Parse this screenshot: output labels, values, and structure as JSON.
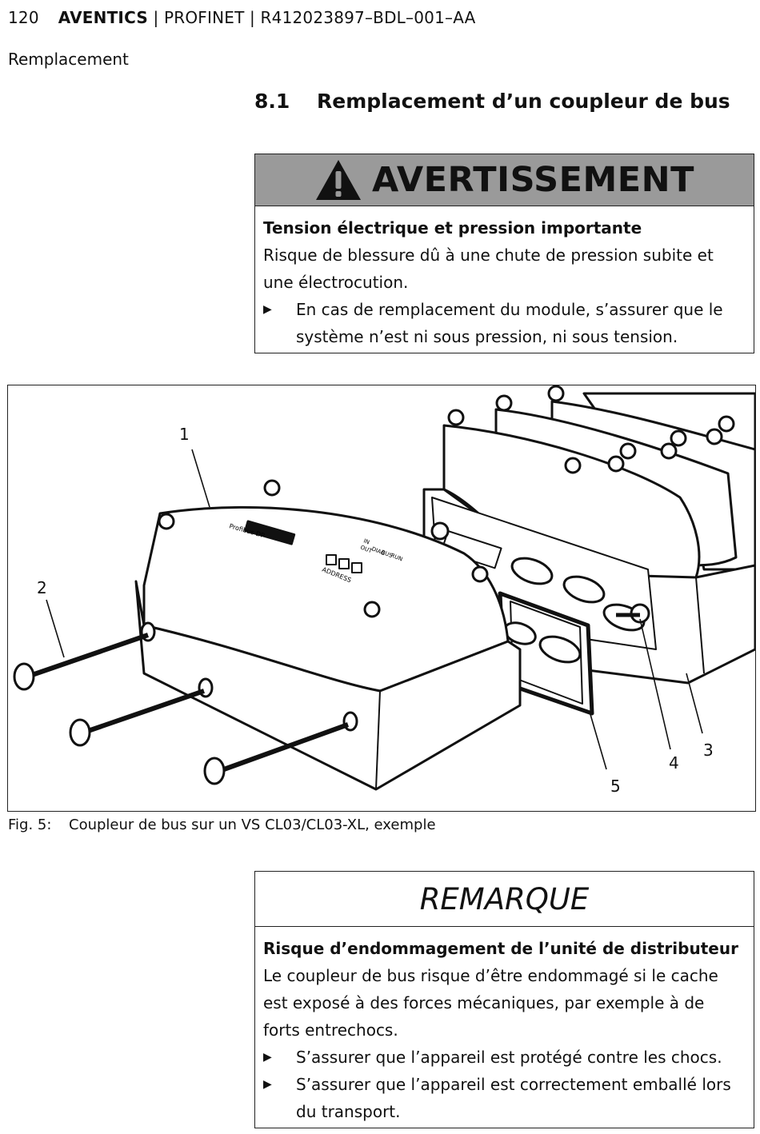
{
  "header": {
    "page_number": "120",
    "brand": "AVENTICS",
    "rest": " | PROFINET | R412023897–BDL–001–AA"
  },
  "section_label": "Remplacement",
  "heading": {
    "number": "8.1",
    "title": "Remplacement d’un coupleur de bus"
  },
  "warning": {
    "title": "AVERTISSEMENT",
    "subtitle": "Tension électrique et pression importante",
    "text": "Risque de blessure dû à une chute de pression subite et une électrocution.",
    "bullets": [
      "En cas de remplacement du module, s’assurer que le système n’est ni sous pression, ni sous tension."
    ]
  },
  "figure": {
    "callouts": [
      "1",
      "2",
      "3",
      "4",
      "5"
    ],
    "device_text": [
      "Profibus DP",
      "ADDRESS",
      "IN",
      "OUT",
      "DIAG",
      "BUS",
      "RUN"
    ]
  },
  "caption": {
    "label": "Fig. 5:",
    "text": "Coupleur de bus sur un VS CL03/CL03-XL, exemple"
  },
  "note": {
    "title": "REMARQUE",
    "subtitle": "Risque d’endommagement de l’unité de distributeur",
    "text": "Le coupleur de bus risque d’être endommagé si le cache est exposé à des forces mécaniques, par exemple à de forts entrechocs.",
    "bullets": [
      "S’assurer que l’appareil est protégé contre les chocs.",
      "S’assurer que l’appareil est correctement emballé lors du transport."
    ]
  }
}
